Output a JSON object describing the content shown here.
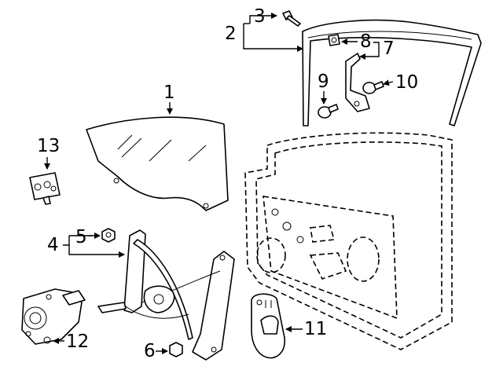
{
  "callouts": {
    "c1": "1",
    "c2": "2",
    "c3": "3",
    "c4": "4",
    "c5": "5",
    "c6": "6",
    "c7": "7",
    "c8": "8",
    "c9": "9",
    "c10": "10",
    "c11": "11",
    "c12": "12",
    "c13": "13"
  },
  "colors": {
    "line": "#000000",
    "background": "#ffffff"
  }
}
